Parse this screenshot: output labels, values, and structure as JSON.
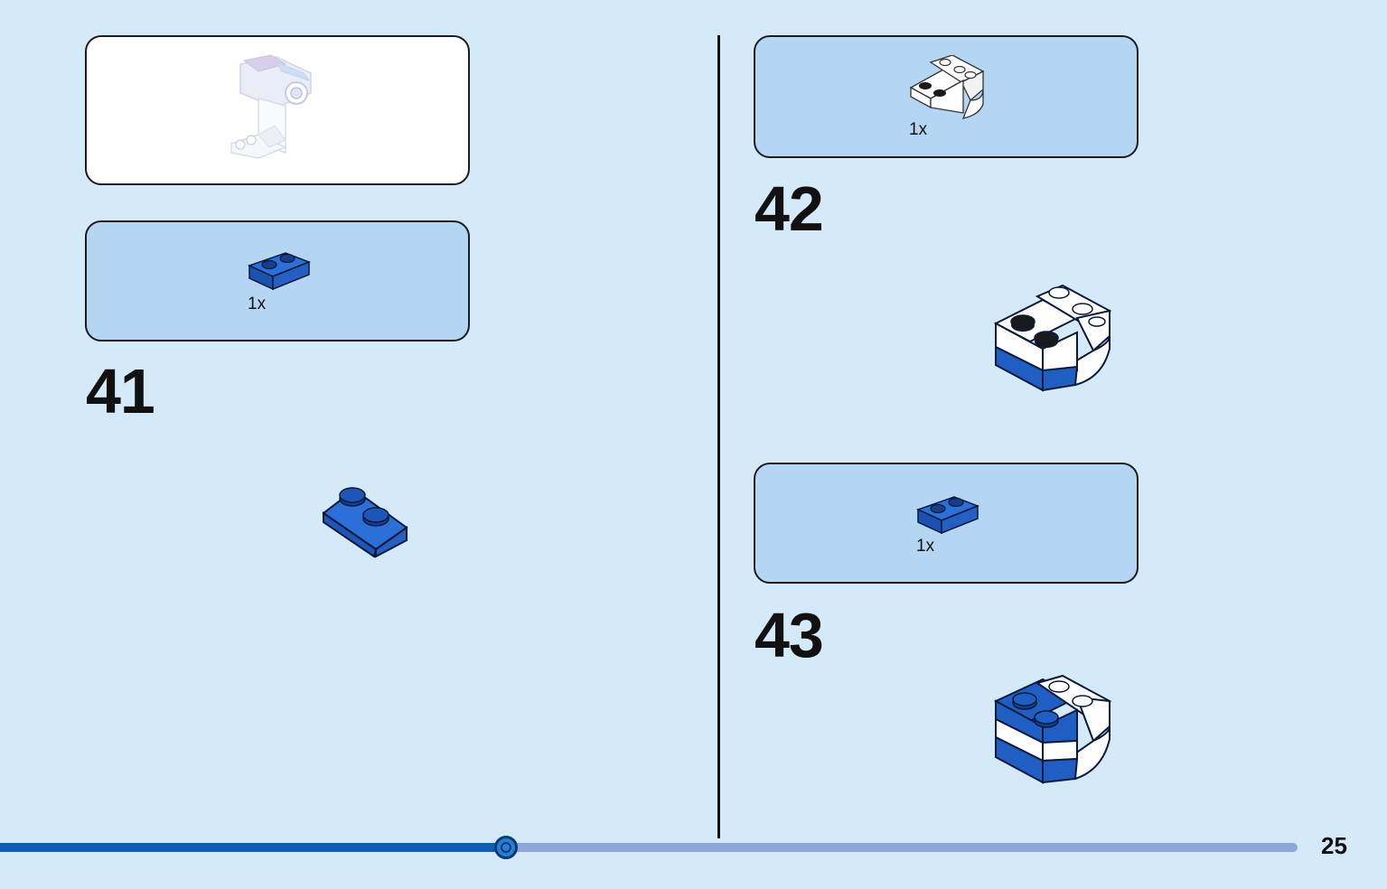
{
  "steps": [
    {
      "number": "41",
      "parts": [
        {
          "qty": "1x",
          "part": "plate-1x2-blue"
        }
      ]
    },
    {
      "number": "42",
      "parts": [
        {
          "qty": "1x",
          "part": "inverted-curved-slope-white"
        }
      ]
    },
    {
      "number": "43",
      "parts": [
        {
          "qty": "1x",
          "part": "plate-1x2-blue"
        }
      ]
    }
  ],
  "footer": {
    "page_number": "25",
    "progress": 0.39
  },
  "colors": {
    "background": "#d4eaf9",
    "parts_panel": "#b4d6f3",
    "brick_blue": "#1f5fc4",
    "progress_done": "#0b5fb8",
    "progress_remaining": "#8ca8da"
  },
  "icons": {
    "preview": "subassembly-preview-image",
    "divider": "page-divider"
  }
}
